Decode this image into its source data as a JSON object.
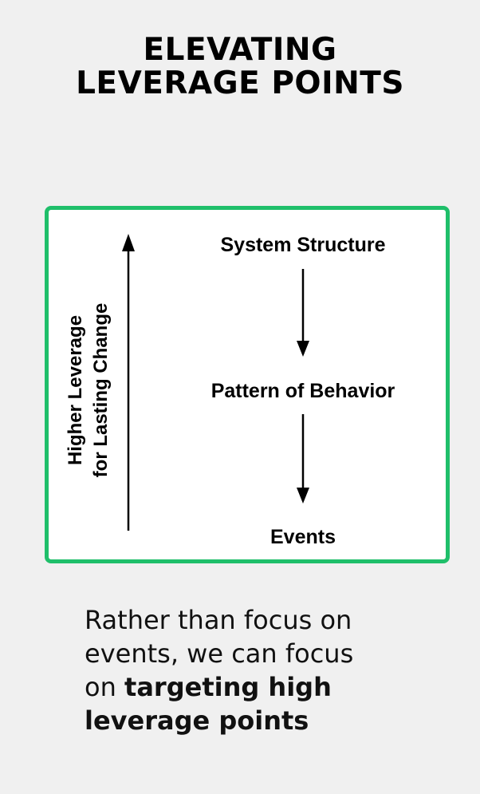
{
  "title": {
    "line1": "ELEVATING",
    "line2": "LEVERAGE POINTS"
  },
  "diagram": {
    "axis_label_line1": "Higher Leverage",
    "axis_label_line2": "for Lasting Change",
    "levels": [
      "System Structure",
      "Pattern of Behavior",
      "Events"
    ],
    "frame_color": "#1fbf6a"
  },
  "caption": {
    "line1": "Rather than focus on",
    "line2": "events, we can focus",
    "line3_prefix": "on ",
    "line3_bold": "targeting high",
    "line4_bold": "leverage points"
  }
}
